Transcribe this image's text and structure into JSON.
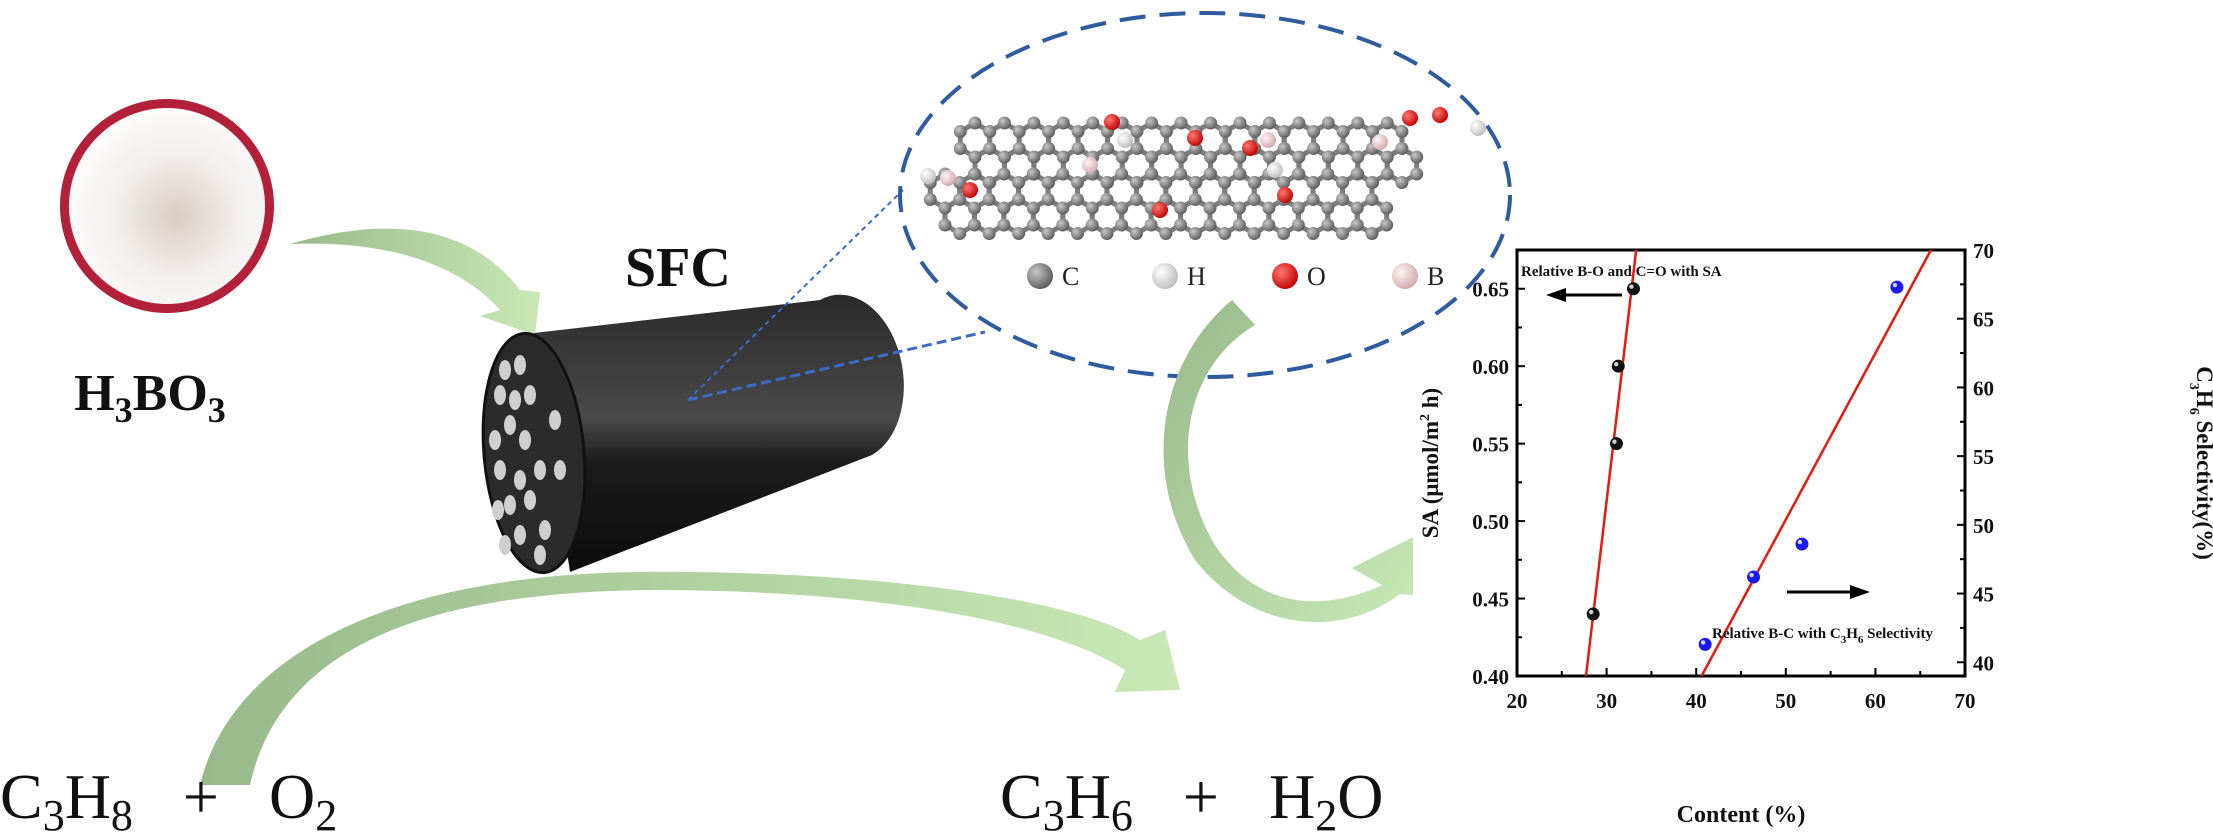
{
  "labels": {
    "precursor_parts": [
      "H",
      "3",
      "BO",
      "3"
    ],
    "catalyst": "SFC",
    "reactants_parts": [
      "C",
      "3",
      "H",
      "8",
      "+",
      "O",
      "2"
    ],
    "products_parts": [
      "C",
      "3",
      "H",
      "6",
      "+",
      "H",
      "2",
      "O"
    ]
  },
  "atom_legend": [
    {
      "symbol": "C",
      "color": "#7a7a7a"
    },
    {
      "symbol": "H",
      "color": "#f2f2f2"
    },
    {
      "symbol": "O",
      "color": "#e8100c"
    },
    {
      "symbol": "B",
      "color": "#f0cfd0"
    }
  ],
  "colors": {
    "arrow_light": "#c9e8b6",
    "arrow_dark": "#98b98a",
    "ellipse": "#2e5c9e",
    "fit_line": "#e8190f",
    "series_left": "#111111",
    "series_right": "#1a1aee"
  },
  "chart_data": {
    "type": "scatter",
    "xlabel": "Content (%)",
    "ylabel": "SA (μmol/m² h)",
    "ylabel_parts": [
      "SA (μmol/m",
      "2",
      " h)"
    ],
    "y2label_parts": [
      "C",
      "3",
      "H",
      "6",
      " Selectivity(%)"
    ],
    "xlim": [
      20,
      70
    ],
    "ylim": [
      0.4,
      0.675
    ],
    "y2lim": [
      39,
      70
    ],
    "xticks": [
      "20",
      "30",
      "40",
      "50",
      "60",
      "70"
    ],
    "yticks": [
      "0.40",
      "0.45",
      "0.50",
      "0.55",
      "0.60",
      "0.65"
    ],
    "y2ticks": [
      "40",
      "45",
      "50",
      "55",
      "60",
      "65",
      "70"
    ],
    "grid": false,
    "annotations": {
      "left": "Relative B-O and C=O with SA",
      "right_parts": [
        "Relative B-C with C",
        "3",
        "H",
        "6",
        " Selectivity"
      ]
    },
    "series": [
      {
        "name": "Relative B-O and C=O with SA",
        "axis": "left",
        "points": [
          [
            28.5,
            0.44
          ],
          [
            31.1,
            0.55
          ],
          [
            31.3,
            0.6
          ],
          [
            33.0,
            0.65
          ]
        ],
        "fit": [
          [
            27.7,
            0.4
          ],
          [
            33.3,
            0.675
          ]
        ]
      },
      {
        "name": "Relative B-C with C3H6 Selectivity",
        "axis": "right",
        "points": [
          [
            41.0,
            41.3
          ],
          [
            46.4,
            46.2
          ],
          [
            51.8,
            48.6
          ],
          [
            62.4,
            67.3
          ]
        ],
        "fit": [
          [
            40.6,
            39
          ],
          [
            66.2,
            70
          ]
        ]
      }
    ]
  }
}
